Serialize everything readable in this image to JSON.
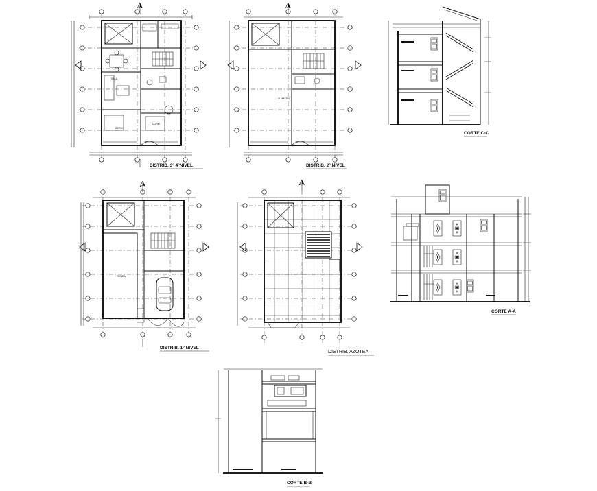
{
  "drawings": {
    "plan_3_4": "DISTRIB. 3° 4°NIVEL",
    "plan_2": "DISTRIB. 2° NIVEL",
    "plan_1": "DISTRIB. 1° NIVEL",
    "plan_azotea": "DISTRIB. AZOTEA",
    "section_cc": "CORTE C-C",
    "section_aa": "CORTE A-A",
    "section_bb": "CORTE B-B"
  },
  "icons": [
    "north-arrow-icon",
    "section-marker-icon",
    "car-icon",
    "stair-icon",
    "door-icon",
    "window-icon"
  ]
}
